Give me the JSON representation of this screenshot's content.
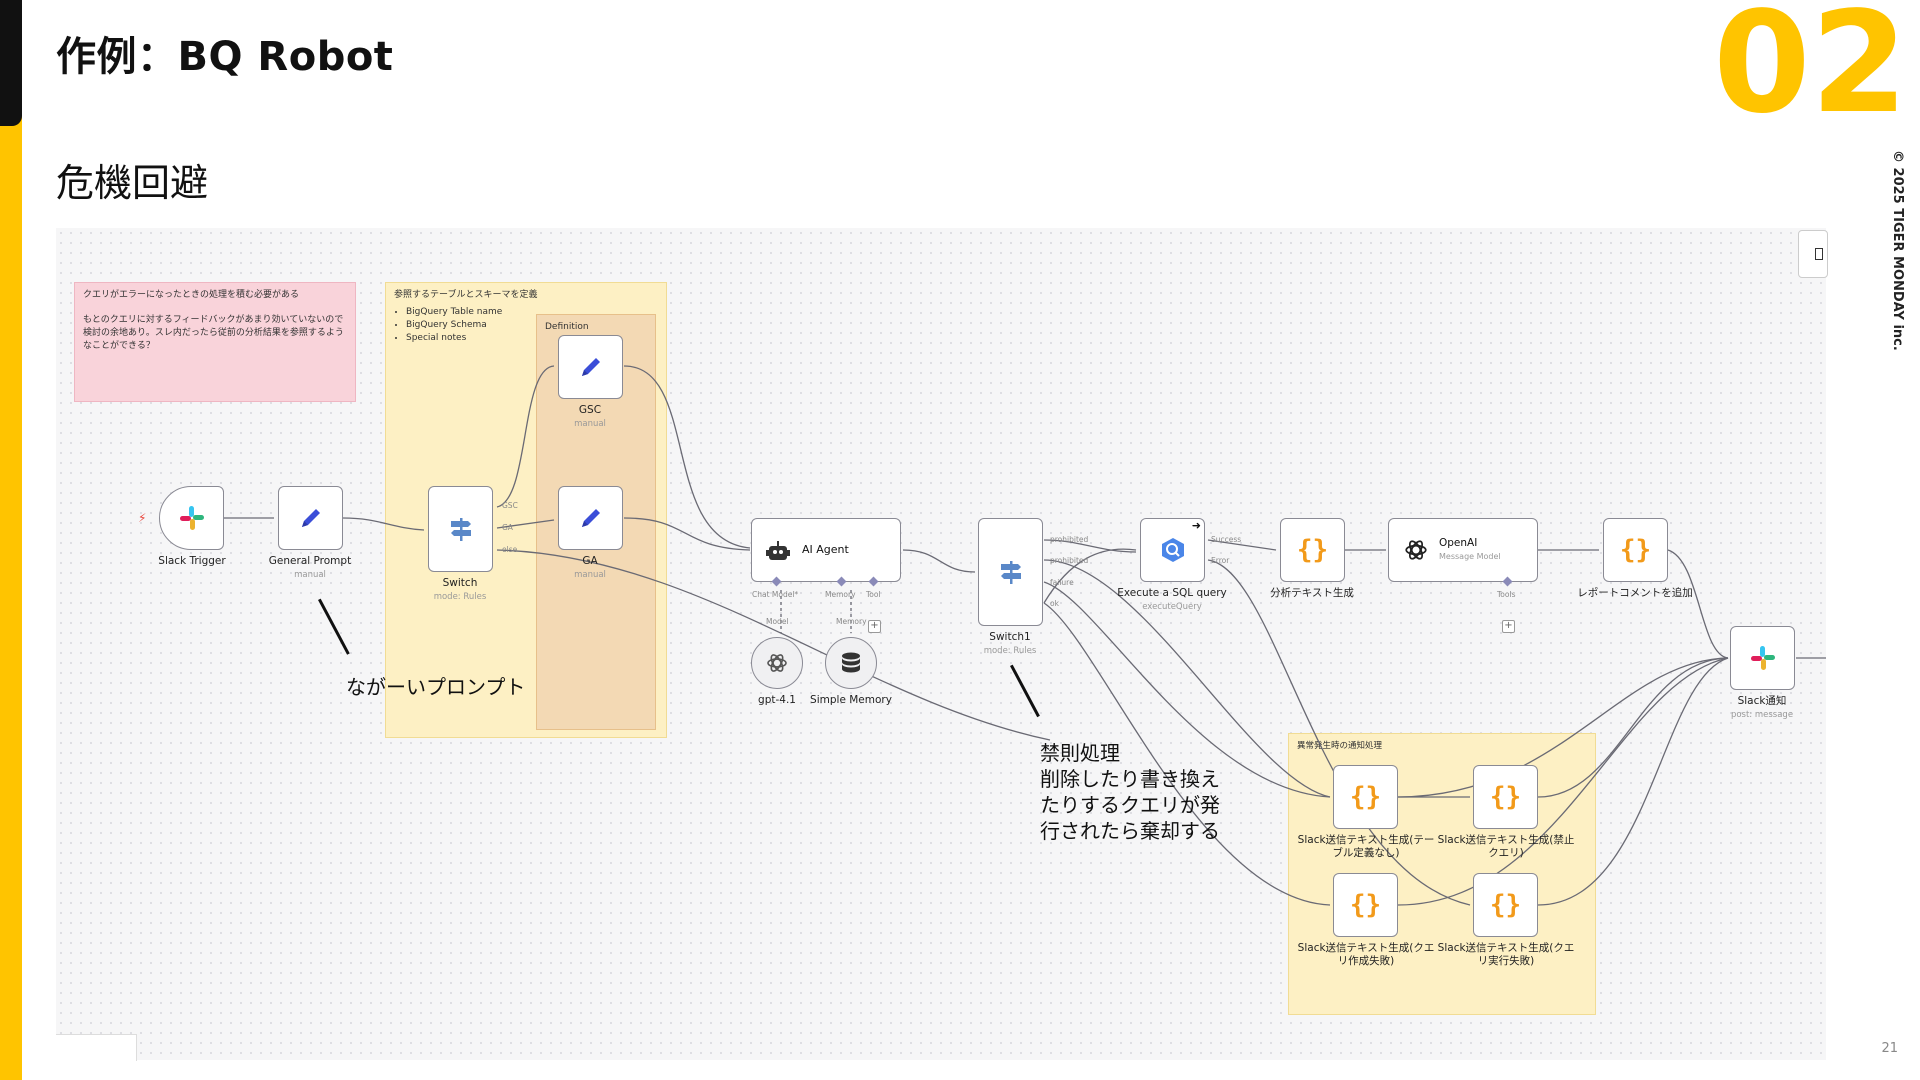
{
  "slide": {
    "title": "作例：BQ Robot",
    "number": "02",
    "section": "危機回避",
    "copyright": "© 2025 TIGER MONDAY inc.",
    "page": "21"
  },
  "notes": {
    "pink": {
      "line1": "クエリがエラーになったときの処理を積む必要がある",
      "line2": "もとのクエリに対するフィードバックがあまり効いていないので検討の余地あり。スレ内だったら従前の分析結果を参照するようなことができる？"
    },
    "yellow": {
      "title": "参照するテーブルとスキーマを定義",
      "items": [
        "BigQuery Table name",
        "BigQuery Schema",
        "Special notes"
      ]
    },
    "orange": {
      "title": "Definition"
    },
    "error": {
      "title": "異常発生時の通知処理"
    }
  },
  "nodes": {
    "slack_trigger": {
      "label": "Slack Trigger"
    },
    "general_prompt": {
      "label": "General Prompt",
      "sub": "manual"
    },
    "switch": {
      "label": "Switch",
      "sub": "mode: Rules",
      "ports": [
        "GSC",
        "GA",
        "else"
      ]
    },
    "gsc": {
      "label": "GSC",
      "sub": "manual"
    },
    "ga": {
      "label": "GA",
      "sub": "manual"
    },
    "ai_agent": {
      "label": "AI Agent",
      "ports": [
        "Chat Model*",
        "Memory",
        "Tool"
      ]
    },
    "gpt": {
      "label": "gpt-4.1",
      "port": "Model"
    },
    "memory": {
      "label": "Simple Memory",
      "port": "Memory"
    },
    "switch1": {
      "label": "Switch1",
      "sub": "mode: Rules",
      "ports": [
        "prohibited",
        "prohibited",
        "failure",
        "ok"
      ]
    },
    "execute_sql": {
      "label": "Execute a SQL query",
      "sub": "executeQuery",
      "ports": [
        "Success",
        "Error"
      ]
    },
    "analysis_text": {
      "label": "分析テキスト生成"
    },
    "openai": {
      "label": "OpenAI",
      "sub": "Message Model",
      "port": "Tools"
    },
    "report_comment": {
      "label": "レポートコメントを追加"
    },
    "slack_notify": {
      "label": "Slack通知",
      "sub": "post: message"
    },
    "err1": {
      "label": "Slack送信テキスト生成(テーブル定義なし)"
    },
    "err2": {
      "label": "Slack送信テキスト生成(禁止クエリ)"
    },
    "err3": {
      "label": "Slack送信テキスト生成(クエリ作成失敗)"
    },
    "err4": {
      "label": "Slack送信テキスト生成(クエリ実行失敗)"
    }
  },
  "annotations": {
    "prompt": "ながーいプロンプト",
    "forbidden": [
      "禁則処理",
      "削除したり書き換え",
      "たりするクエリが発",
      "行されたら棄却する"
    ]
  },
  "colors": {
    "accent": "#FFC400",
    "brace": "#f29a1a",
    "pencil": "#3b4ed8"
  }
}
